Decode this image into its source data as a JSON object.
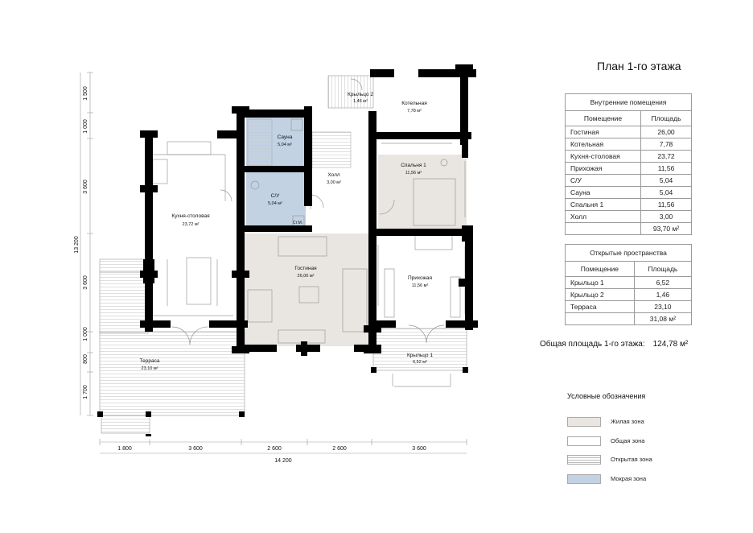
{
  "title": "План 1-го этажа",
  "colors": {
    "living": "#e9e6e1",
    "wet": "#c2d2e3",
    "wall": "#000000",
    "line": "#888888"
  },
  "rooms": {
    "porch2": {
      "name": "Крыльцо 2",
      "area": "1,46 м²"
    },
    "boiler": {
      "name": "Котельная",
      "area": "7,78 м²"
    },
    "sauna": {
      "name": "Сауна",
      "area": "5,04 м²"
    },
    "bath": {
      "name": "С/У",
      "area": "5,04 м²"
    },
    "closet": {
      "name": "Ст.М."
    },
    "hall": {
      "name": "Холл",
      "area": "3,00 м²"
    },
    "bedroom": {
      "name": "Спальня 1",
      "area": "11,56 м²"
    },
    "kitchen": {
      "name": "Кухня-столовая",
      "area": "23,72 м²"
    },
    "living": {
      "name": "Гостиная",
      "area": "26,00 м²"
    },
    "entry": {
      "name": "Прихожая",
      "area": "11,56 м²"
    },
    "porch1": {
      "name": "Крыльцо 1",
      "area": "6,52 м²"
    },
    "terrace": {
      "name": "Терраса",
      "area": "23,10 м²"
    }
  },
  "dims": {
    "left": [
      "1 500",
      "1 000",
      "3 600",
      "3 600",
      "1 000",
      "800",
      "1 700"
    ],
    "left_total": "13 200",
    "bottom": [
      "1 800",
      "3 600",
      "2 600",
      "2 600",
      "3 600"
    ],
    "bottom_total": "14 200"
  },
  "indoor": {
    "caption": "Внутренние помещения",
    "headers": [
      "Помещение",
      "Площадь"
    ],
    "rows": [
      [
        "Гостиная",
        "26,00"
      ],
      [
        "Котельная",
        "7,78"
      ],
      [
        "Кухня-столовая",
        "23,72"
      ],
      [
        "Прихожая",
        "11,56"
      ],
      [
        "С/У",
        "5,04"
      ],
      [
        "Сауна",
        "5,04"
      ],
      [
        "Спальня 1",
        "11,56"
      ],
      [
        "Холл",
        "3,00"
      ]
    ],
    "total": "93,70 м²"
  },
  "outdoor": {
    "caption": "Открытые пространства",
    "headers": [
      "Помещение",
      "Площадь"
    ],
    "rows": [
      [
        "Крыльцо 1",
        "6,52"
      ],
      [
        "Крыльцо 2",
        "1,46"
      ],
      [
        "Терраса",
        "23,10"
      ]
    ],
    "total": "31,08 м²"
  },
  "total": {
    "label": "Общая площадь 1-го этажа:",
    "value": "124,78 м²"
  },
  "legend": {
    "title": "Условные обозначения",
    "items": [
      {
        "label": "Жилая зона",
        "fill": "#e9e6e1"
      },
      {
        "label": "Общая зона",
        "fill": "#ffffff"
      },
      {
        "label": "Открытая зона",
        "fill": "stripes"
      },
      {
        "label": "Мокрая зона",
        "fill": "#c2d2e3"
      }
    ]
  }
}
